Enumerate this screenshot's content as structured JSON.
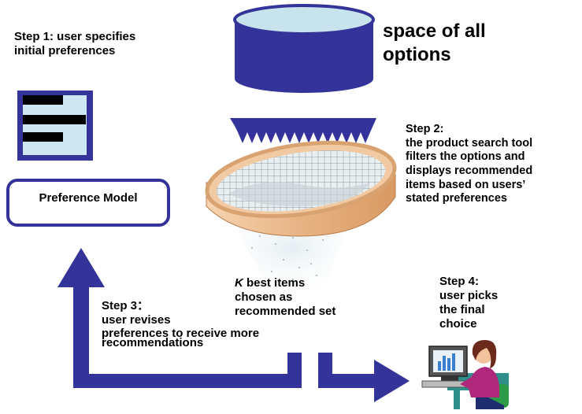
{
  "step1": {
    "lines": [
      "Step 1: user specifies",
      "initial preferences"
    ]
  },
  "space_label": {
    "lines": [
      "space of all",
      "options"
    ]
  },
  "step2": {
    "lines": [
      "Step 2:",
      "the product search tool",
      "filters the options and",
      "displays recommended",
      "items based on users’",
      "stated preferences"
    ]
  },
  "preference_model": {
    "label": "Preference Model"
  },
  "kbest": {
    "k": "K",
    "line1_rest": " best items",
    "line2": "chosen as",
    "line3": "recommended set"
  },
  "step3": {
    "lines": [
      "Step 3：",
      "user revises",
      "preferences to receive more",
      "recommendations"
    ]
  },
  "step4": {
    "lines": [
      "Step 4:",
      "user picks",
      "the final",
      "choice"
    ]
  },
  "colors": {
    "arrow_blue": "#33339a",
    "cylinder_top": "#c7e3eb",
    "cylinder_body": "#33339a",
    "sieve_rim": "#e9b98a",
    "document_bg": "#cce6f2"
  }
}
